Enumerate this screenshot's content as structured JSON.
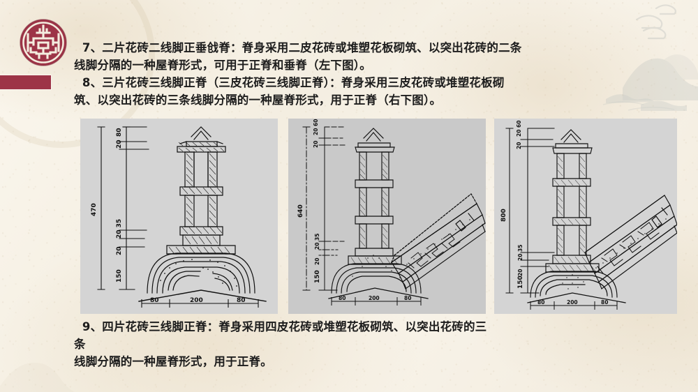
{
  "slide": {
    "background_color": "#f7f2e7",
    "accent_color": "#9d3447",
    "panel_color": "#d2d2d2"
  },
  "logo": {
    "name": "traditional-chinese-roundel-seal",
    "color": "#9d3447"
  },
  "content": {
    "paragraph_7": "  7、二片花砖二线脚正垂戗脊：脊身采用二皮花砖或堆塑花板砌筑、以突出花砖的二条\n线脚分隔的一种屋脊形式，可用于正脊和垂脊（左下图）。",
    "paragraph_8": "  8、三片花砖三线脚正脊（三皮花砖三线脚正脊）：脊身采用三皮花砖或堆塑花板砌\n筑、以突出花砖的三条线脚分隔的一种屋脊形式，用于正脊（右下图）。",
    "paragraph_9": "  9、四片花砖三线脚正脊：脊身采用四皮花砖或堆塑花板砌筑、以突出花砖的三\n条\n线脚分隔的一种屋脊形式，用于正脊。"
  },
  "figures": [
    {
      "id": "figure-left",
      "caption_ref": "左下图",
      "type": "section-elevation",
      "dimensions": {
        "total_height": "470",
        "top_segments": [
          "80",
          "20"
        ],
        "mid_segments": [
          "20",
          "35",
          "20"
        ],
        "base_height": "150",
        "widths": [
          "80",
          "200",
          "80"
        ]
      }
    },
    {
      "id": "figure-middle",
      "type": "corner-ridge-perspective",
      "dimensions": {
        "total_height": "640",
        "top_segments": [
          "60",
          "20",
          "20"
        ],
        "mid_segments": [
          "20",
          "35",
          "20"
        ],
        "base_height": "150",
        "widths": [
          "80",
          "200",
          "80"
        ]
      }
    },
    {
      "id": "figure-right",
      "caption_ref": "右下图",
      "type": "corner-ridge-perspective",
      "dimensions": {
        "total_height": "800",
        "top_segments": [
          "60",
          "20",
          "20"
        ],
        "mid_segments": [
          "20",
          "35",
          "20"
        ],
        "base_height": "150",
        "widths": [
          "80",
          "200",
          "80"
        ]
      }
    }
  ]
}
